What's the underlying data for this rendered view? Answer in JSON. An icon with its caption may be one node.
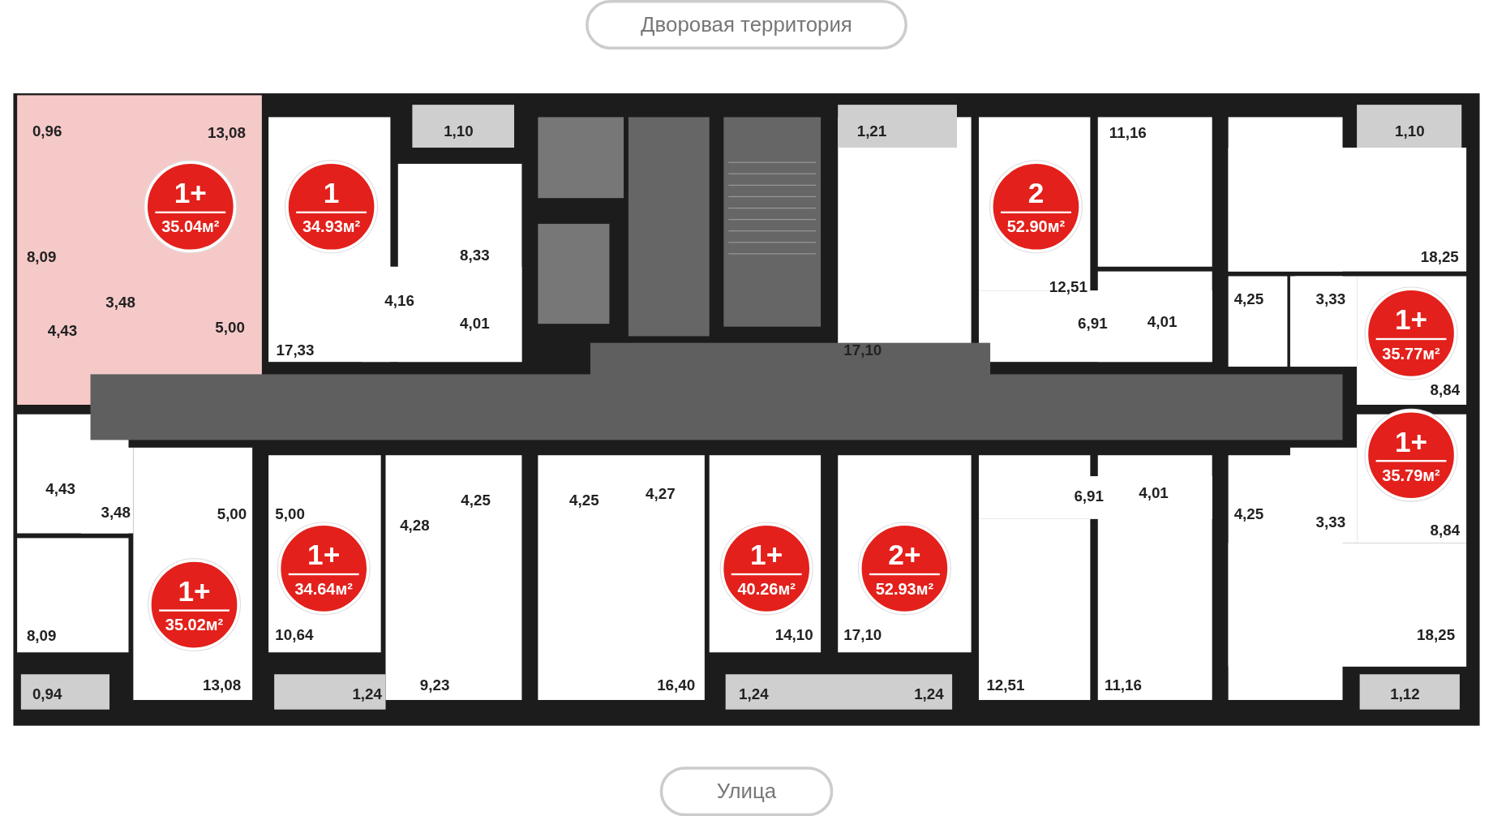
{
  "diagram": {
    "nodes": [
      {
        "text": [
          "Дворовая территория"
        ]
      },
      {
        "text": [
          "1+",
          "35.04м²"
        ]
      },
      {
        "text": [
          "1",
          "34.93м²"
        ]
      },
      {
        "text": [
          "2",
          "52.90м²"
        ]
      },
      {
        "text": [
          "1+",
          "35.77м²"
        ]
      },
      {
        "text": [
          "1+",
          "35.79м²"
        ]
      },
      {
        "text": [
          "1+",
          "34.64м²"
        ]
      },
      {
        "text": [
          "1+",
          "40.26м²"
        ]
      },
      {
        "text": [
          "2+",
          "52.93м²"
        ]
      },
      {
        "text": [
          "1+",
          "35.02м²"
        ]
      },
      {
        "text": [
          "Улица"
        ]
      }
    ],
    "labels": [
      "0,96",
      "13,08",
      "1,10",
      "1,21",
      "11,16",
      "1,10",
      "8,09",
      "8,33",
      "18,25",
      "3,48",
      "4,16",
      "12,51",
      "4,25",
      "3,33",
      "4,43",
      "5,00",
      "4,01",
      "6,91",
      "4,01",
      "17,33",
      "17,10",
      "8,84",
      "4,43",
      "4,25",
      "4,25",
      "4,27",
      "6,91",
      "4,01",
      "3,48",
      "5,00",
      "5,00",
      "4,28",
      "4,25",
      "3,33",
      "8,84",
      "8,09",
      "10,64",
      "14,10",
      "17,10",
      "18,25",
      "0,94",
      "13,08",
      "1,24",
      "9,23",
      "16,40",
      "1,24",
      "1,24",
      "12,51",
      "11,16",
      "1,12"
    ]
  }
}
